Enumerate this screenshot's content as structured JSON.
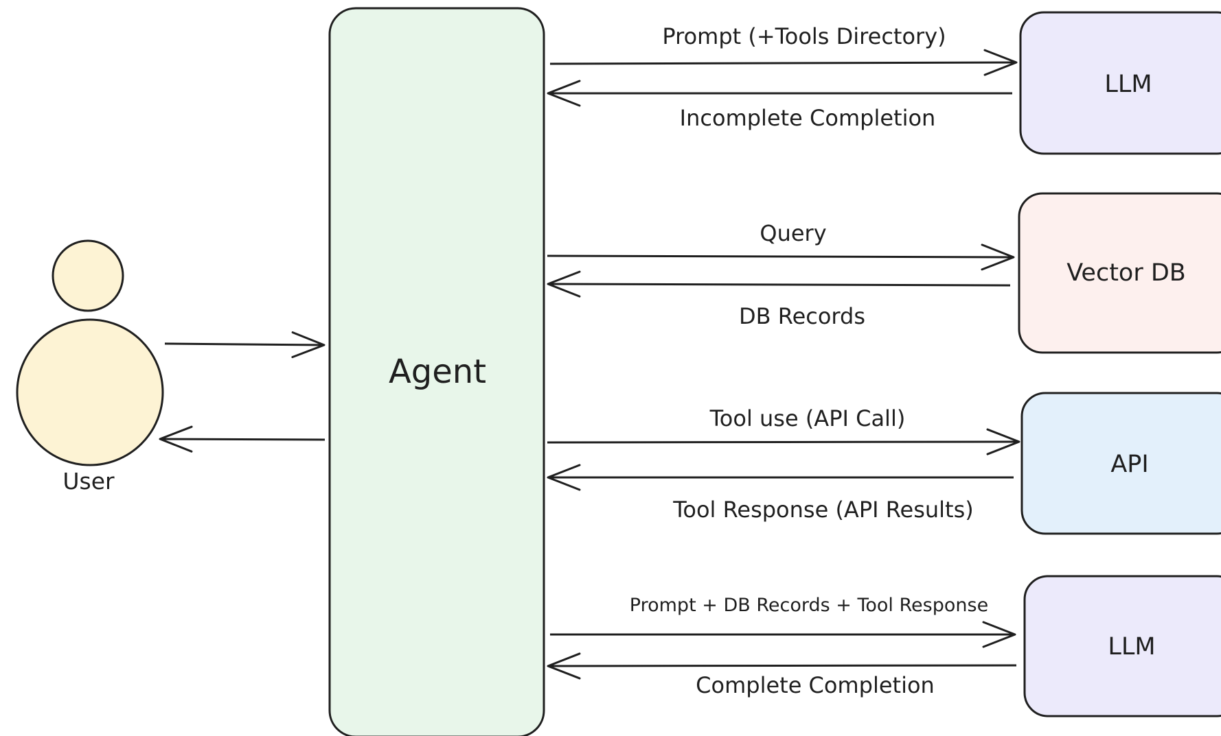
{
  "colors": {
    "stroke": "#1f1f1f",
    "user_fill": "#fdf3d4",
    "agent_fill": "#e8f6ea",
    "llm_fill": "#eceafb",
    "vector_db_fill": "#fdf0ee",
    "api_fill": "#e3f0fb"
  },
  "user": {
    "label": "User"
  },
  "agent": {
    "label": "Agent"
  },
  "nodes": {
    "llm_top": {
      "label": "LLM"
    },
    "vector_db": {
      "label": "Vector DB"
    },
    "api": {
      "label": "API"
    },
    "llm_bottom": {
      "label": "LLM"
    }
  },
  "edges": {
    "prompt_tools": {
      "label": "Prompt (+Tools Directory)"
    },
    "incomplete_completion": {
      "label": "Incomplete Completion"
    },
    "query": {
      "label": "Query"
    },
    "db_records": {
      "label": "DB Records"
    },
    "tool_use": {
      "label": "Tool use (API Call)"
    },
    "tool_response": {
      "label": "Tool Response (API Results)"
    },
    "prompt_combined": {
      "label": "Prompt + DB Records + Tool Response"
    },
    "complete_completion": {
      "label": "Complete Completion"
    }
  }
}
